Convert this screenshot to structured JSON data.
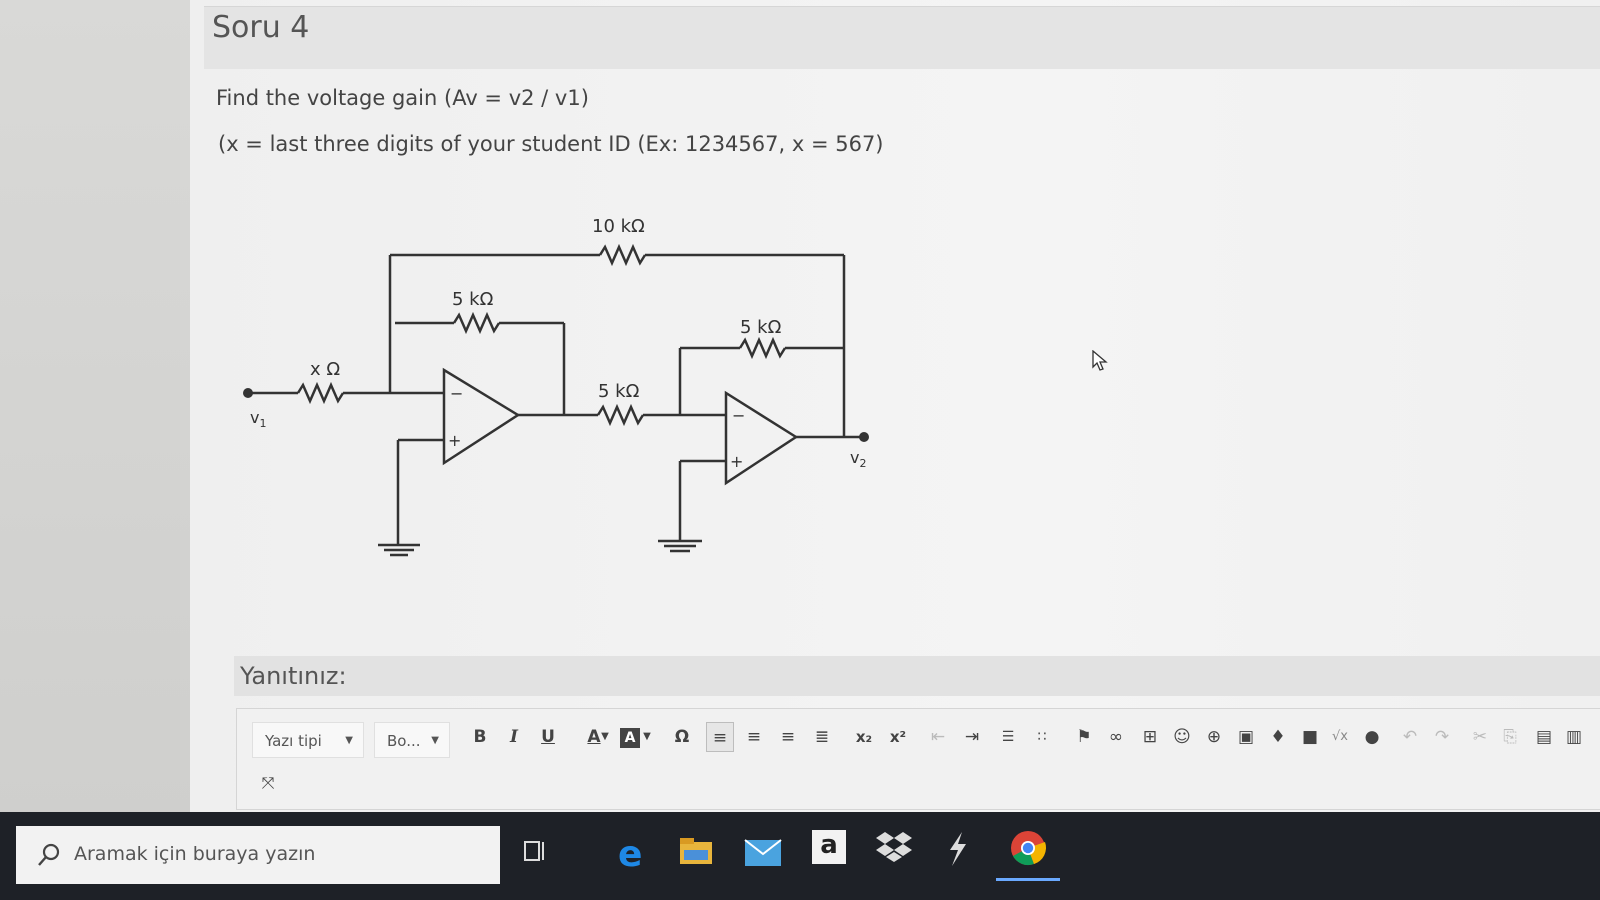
{
  "question": {
    "title": "Soru 4",
    "line1": "Find the voltage gain (Av = v2 / v1)",
    "line2": "(x = last three digits of your student ID (Ex: 1234567, x = 567)"
  },
  "circuit": {
    "r_feedback_outer": "10 kΩ",
    "r_feedback_first": "5 kΩ",
    "r_input": "x Ω",
    "r_between": "5 kΩ",
    "r_feedback_second": "5 kΩ",
    "input_label": "v",
    "input_sub": "1",
    "output_label": "v",
    "output_sub": "2",
    "minus": "−",
    "plus": "+"
  },
  "answer": {
    "label": "Yanıtınız:",
    "font_dropdown": "Yazı tipi",
    "size_dropdown": "Bo..."
  },
  "toolbar": {
    "bold": "B",
    "italic": "I",
    "underline": "U",
    "font_color": "A",
    "bg_color": "A",
    "omega": "Ω",
    "subscript": "x₂",
    "superscript": "x²",
    "sqrt": "√x"
  },
  "taskbar": {
    "search_placeholder": "Aramak için buraya yazın",
    "amazon": "a"
  }
}
